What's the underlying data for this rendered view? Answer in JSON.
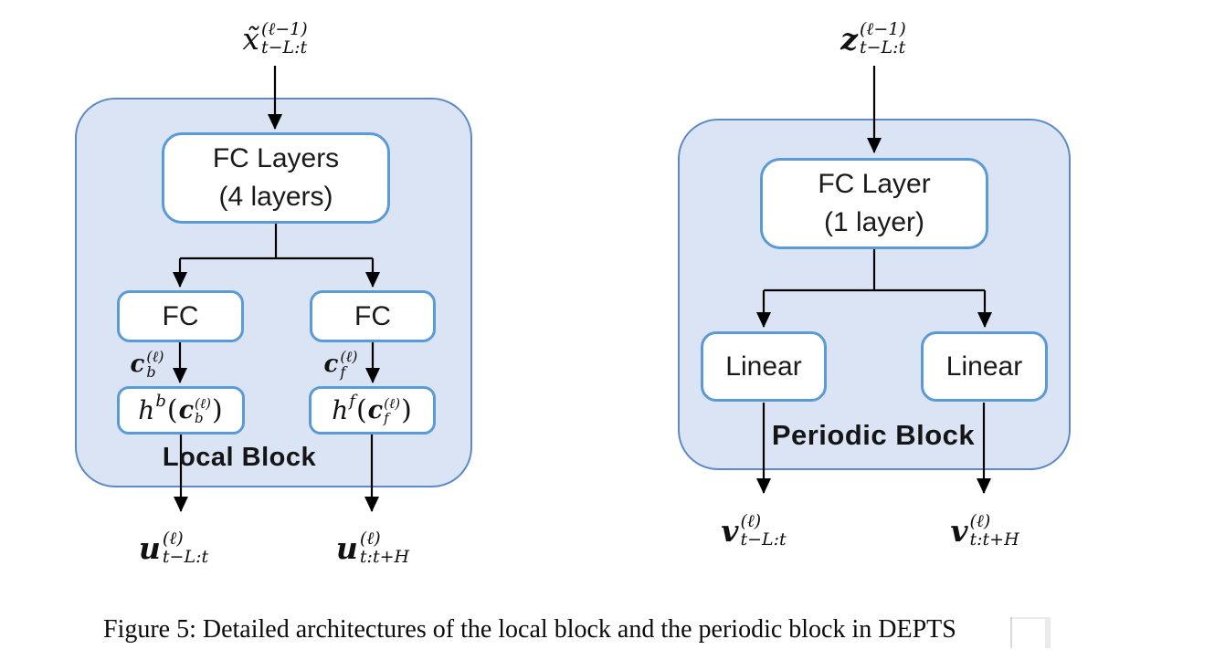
{
  "figure": {
    "caption": "Figure 5: Detailed architectures of the local block and the periodic block in DEPTS"
  },
  "colors": {
    "group_fill": "#dbe4f4",
    "group_border": "#5d8ac6",
    "node_border": "#5b9bd5",
    "node_fill": "#ffffff",
    "arrow": "#000000",
    "text": "#111111"
  },
  "local_block": {
    "title": "Local Block",
    "input_label": {
      "base": "x̃",
      "sup": "(ℓ−1)",
      "sub": "t−L:t"
    },
    "fc_layers_box": {
      "line1": "FC Layers",
      "line2": "(4 layers)"
    },
    "fc_left_box": "FC",
    "fc_right_box": "FC",
    "c_b_label": {
      "base": "c",
      "sup": "(ℓ)",
      "sub": "b"
    },
    "c_f_label": {
      "base": "c",
      "sup": "(ℓ)",
      "sub": "f"
    },
    "h_b_box": {
      "fn": "h",
      "fn_sup": "b",
      "open": "(",
      "arg_base": "c",
      "arg_sup": "(ℓ)",
      "arg_sub": "b",
      "close": ")"
    },
    "h_f_box": {
      "fn": "h",
      "fn_sup": "f",
      "open": "(",
      "arg_base": "c",
      "arg_sup": "(ℓ)",
      "arg_sub": "f",
      "close": ")"
    },
    "output_left_label": {
      "base": "u",
      "sup": "(ℓ)",
      "sub": "t−L:t"
    },
    "output_right_label": {
      "base": "u",
      "sup": "(ℓ)",
      "sub": "t:t+H"
    }
  },
  "periodic_block": {
    "title": "Periodic Block",
    "input_label": {
      "base": "z",
      "sup": "(ℓ−1)",
      "sub": "t−L:t"
    },
    "fc_layer_box": {
      "line1": "FC Layer",
      "line2": "(1 layer)"
    },
    "linear_left_box": "Linear",
    "linear_right_box": "Linear",
    "output_left_label": {
      "base": "v",
      "sup": "(ℓ)",
      "sub": "t−L:t"
    },
    "output_right_label": {
      "base": "v",
      "sup": "(ℓ)",
      "sub": "t:t+H"
    }
  }
}
